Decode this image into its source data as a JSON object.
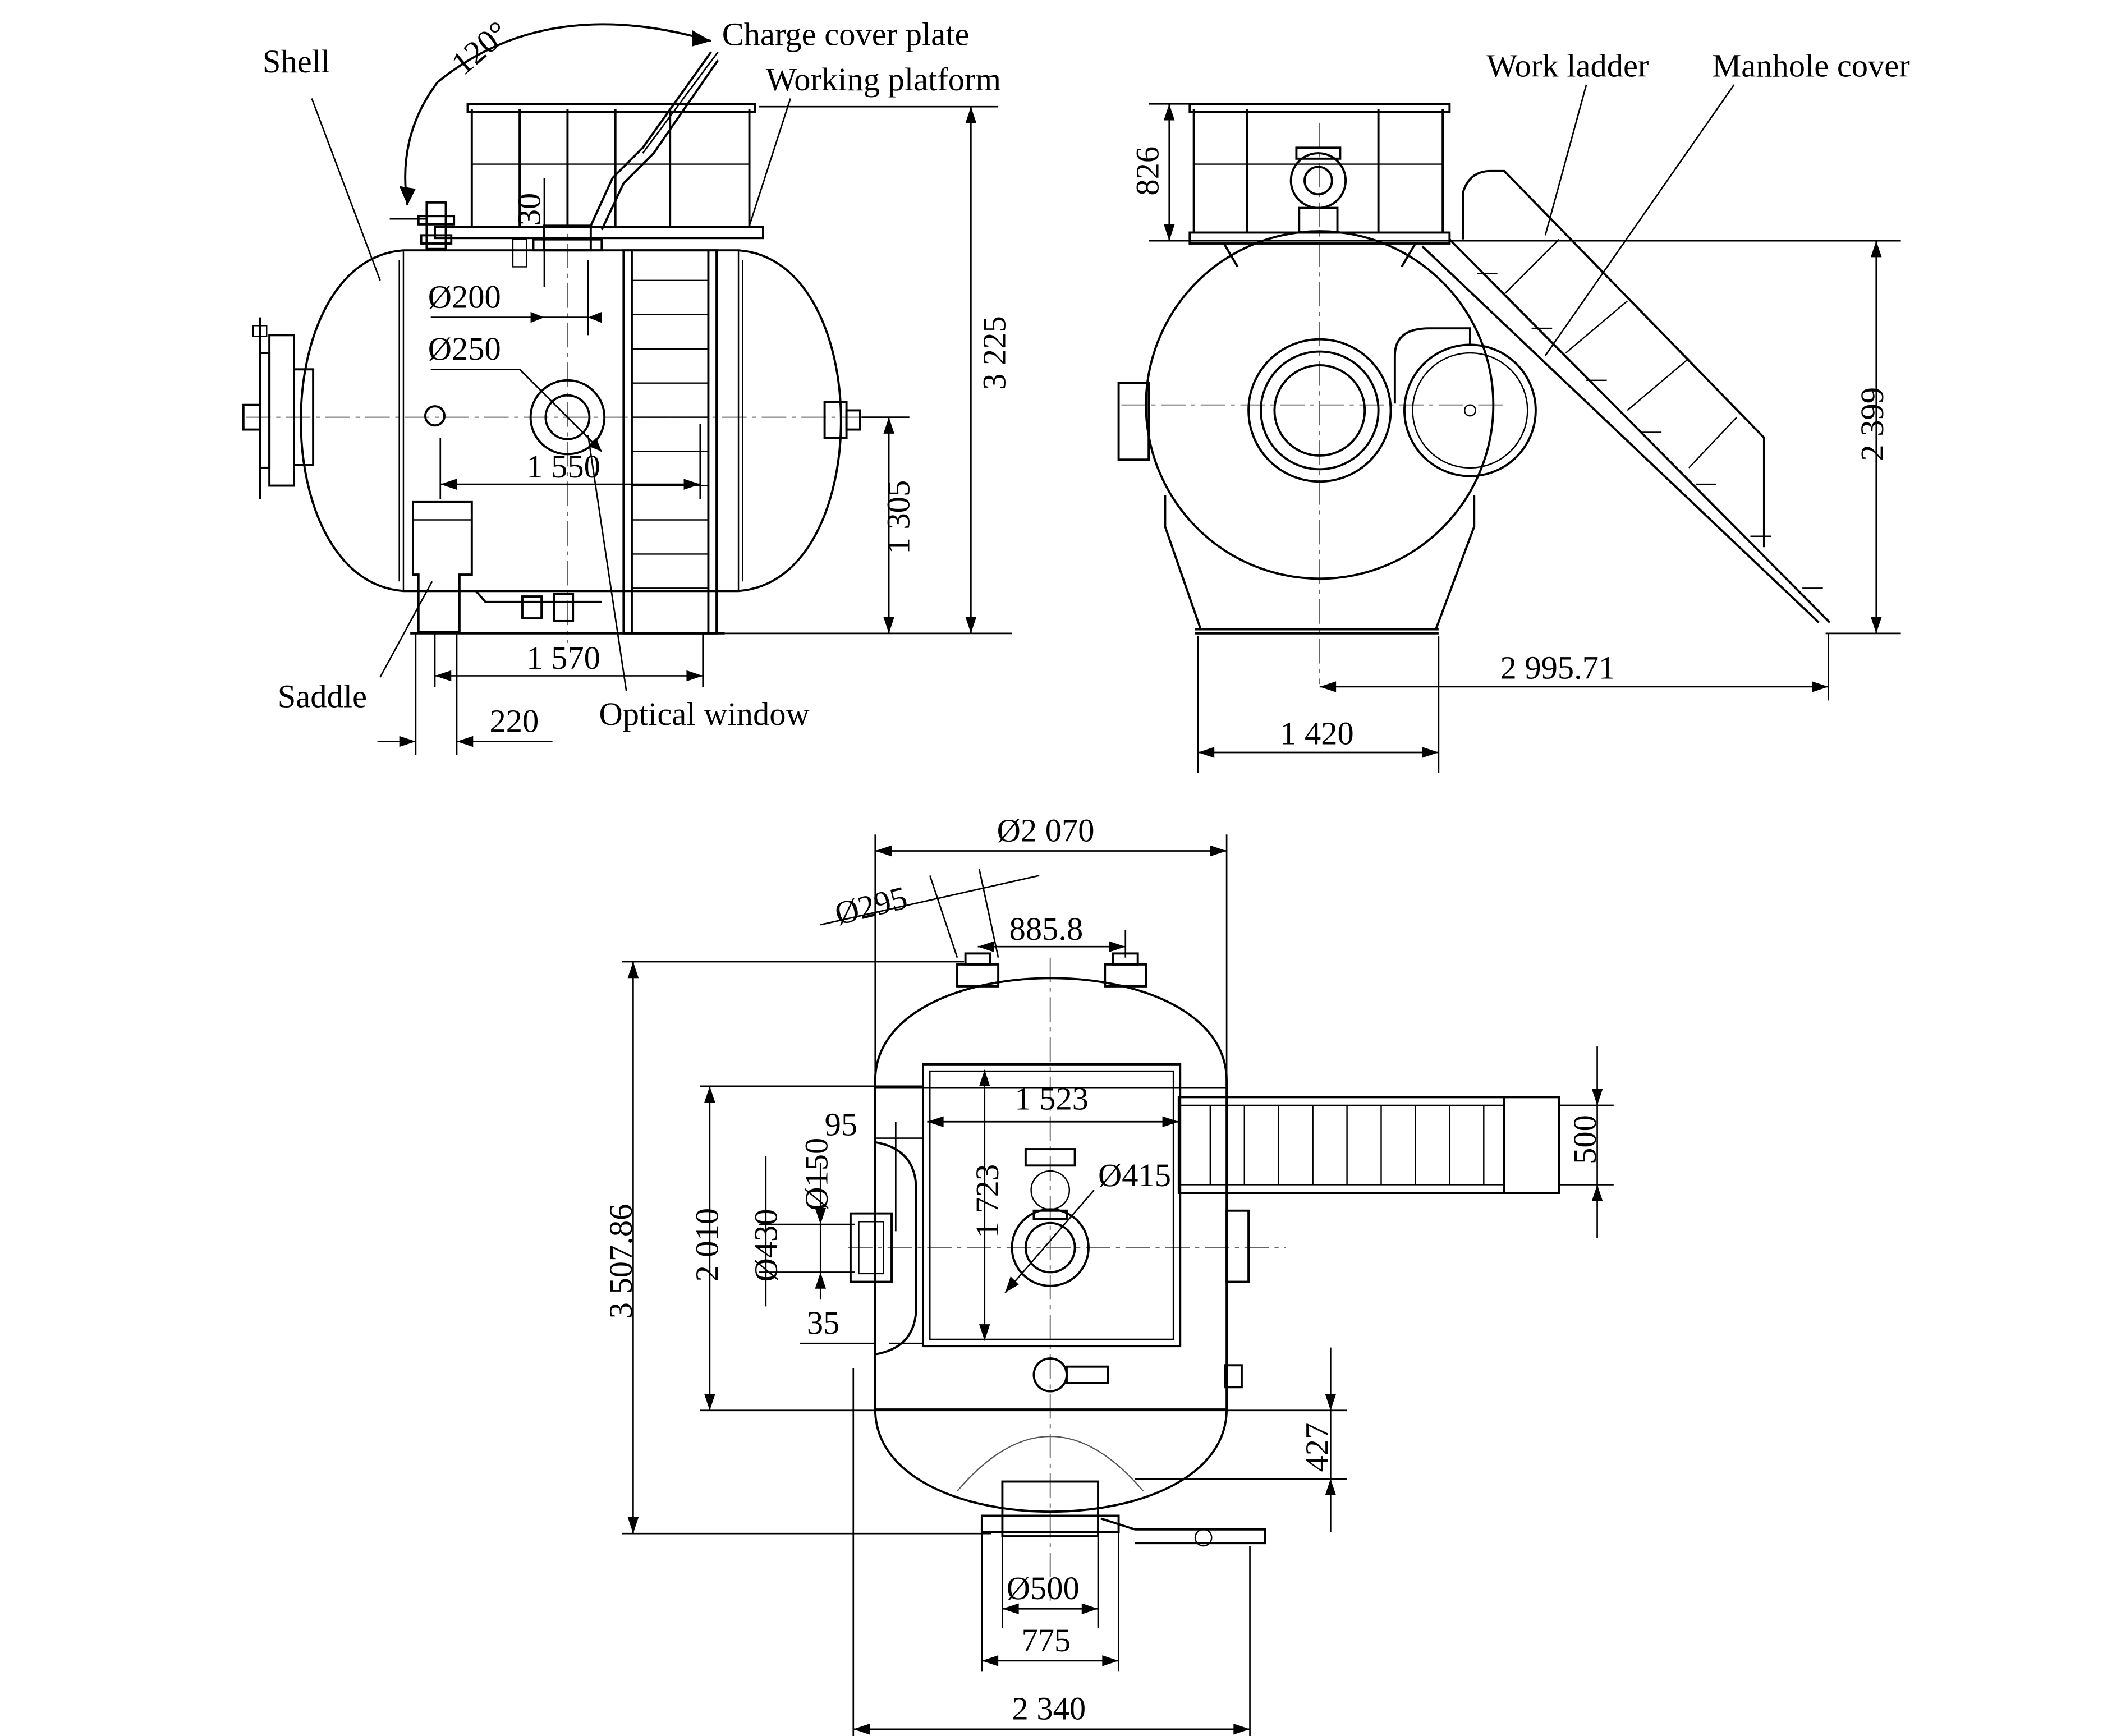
{
  "labels": {
    "shell": "Shell",
    "charge_cover_plate": "Charge cover plate",
    "working_platform": "Working platform",
    "saddle": "Saddle",
    "optical_window": "Optical window",
    "work_ladder": "Work ladder",
    "manhole_cover": "Manhole cover"
  },
  "dimensions": {
    "angle_120": "120°",
    "d30": "30",
    "phi200": "Ø200",
    "phi250": "Ø250",
    "d1550": "1 550",
    "d1570": "1 570",
    "d220": "220",
    "d1305": "1 305",
    "d3225": "3 225",
    "d826": "826",
    "d2399": "2 399",
    "d2995_71": "2 995.71",
    "d1420": "1 420",
    "phi2070": "Ø2 070",
    "phi295": "Ø295",
    "d885_8": "885.8",
    "d3507_86": "3 507.86",
    "d1523": "1 523",
    "d95": "95",
    "d500_ladder": "500",
    "phi150": "Ø150",
    "phi415": "Ø415",
    "d1723": "1 723",
    "d2010": "2 010",
    "phi430": "Ø430",
    "d35": "35",
    "d427": "427",
    "phi500": "Ø500",
    "d775": "775",
    "d2340": "2 340"
  }
}
